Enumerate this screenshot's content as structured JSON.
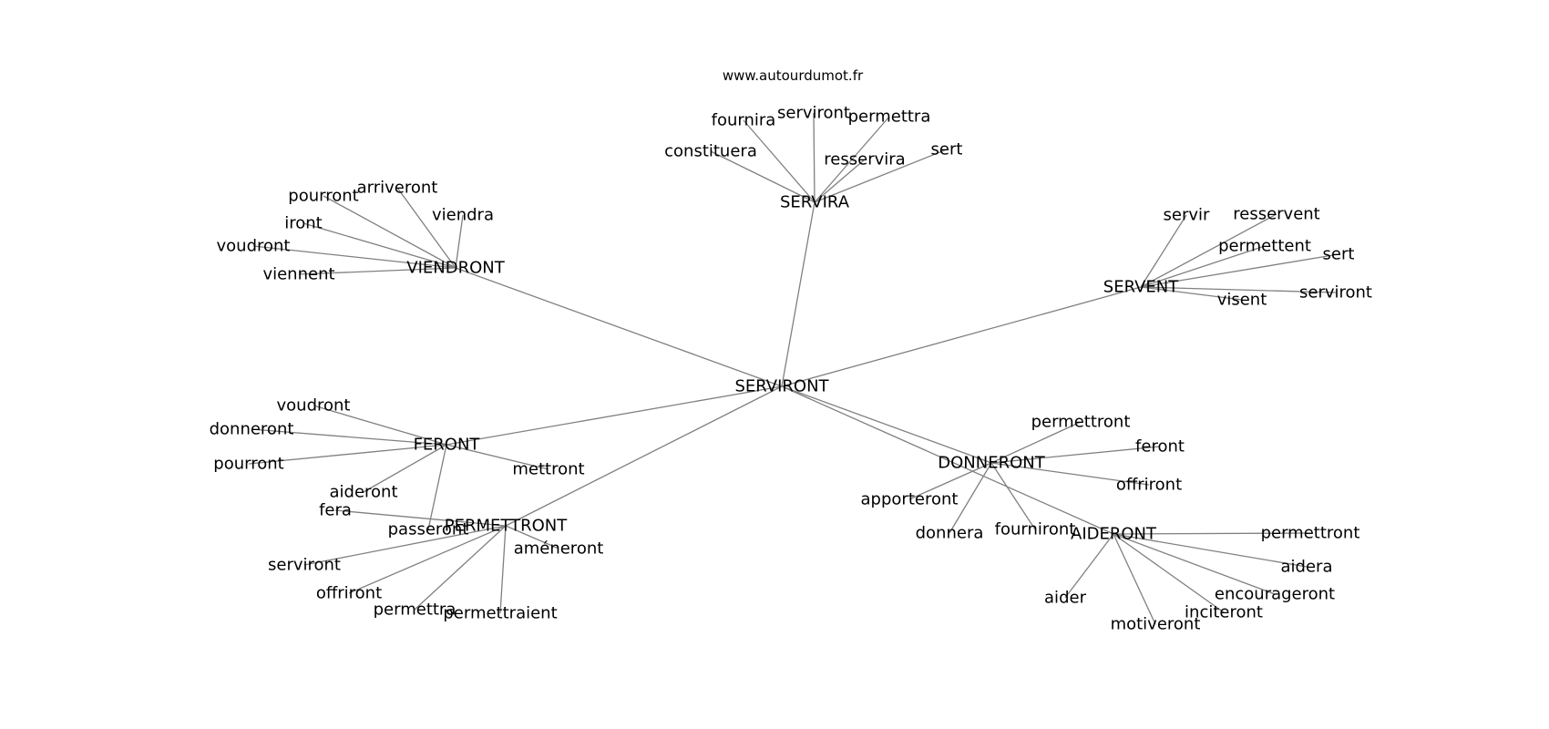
{
  "site": "www.autourdumot.fr",
  "edge_color": "#808080",
  "nodes": [
    {
      "id": "SERVIRONT",
      "label": "SERVIRONT"
    },
    {
      "id": "SERVIRA",
      "label": "SERVIRA"
    },
    {
      "id": "VIENDRONT",
      "label": "VIENDRONT"
    },
    {
      "id": "SERVENT",
      "label": "SERVENT"
    },
    {
      "id": "FERONT",
      "label": "FERONT"
    },
    {
      "id": "PERMETTRONT",
      "label": "PERMETTRONT"
    },
    {
      "id": "DONNERONT",
      "label": "DONNERONT"
    },
    {
      "id": "AIDERONT",
      "label": "AIDERONT"
    },
    {
      "id": "servira_fournira",
      "label": "fournira"
    },
    {
      "id": "servira_serviront",
      "label": "serviront"
    },
    {
      "id": "servira_permettra",
      "label": "permettra"
    },
    {
      "id": "servira_constituera",
      "label": "constituera"
    },
    {
      "id": "servira_resservira",
      "label": "resservira"
    },
    {
      "id": "servira_sert",
      "label": "sert"
    },
    {
      "id": "viendront_pourront",
      "label": "pourront"
    },
    {
      "id": "viendront_arriveront",
      "label": "arriveront"
    },
    {
      "id": "viendront_viendra",
      "label": "viendra"
    },
    {
      "id": "viendront_iront",
      "label": "iront"
    },
    {
      "id": "viendront_voudront",
      "label": "voudront"
    },
    {
      "id": "viendront_viennent",
      "label": "viennent"
    },
    {
      "id": "servent_servir",
      "label": "servir"
    },
    {
      "id": "servent_resservent",
      "label": "resservent"
    },
    {
      "id": "servent_permettent",
      "label": "permettent"
    },
    {
      "id": "servent_sert",
      "label": "sert"
    },
    {
      "id": "servent_serviront",
      "label": "serviront"
    },
    {
      "id": "servent_visent",
      "label": "visent"
    },
    {
      "id": "feront_voudront",
      "label": "voudront"
    },
    {
      "id": "feront_donneront",
      "label": "donneront"
    },
    {
      "id": "feront_pourront",
      "label": "pourront"
    },
    {
      "id": "feront_mettront",
      "label": "mettront"
    },
    {
      "id": "feront_aideront",
      "label": "aideront"
    },
    {
      "id": "feront_fera",
      "label": "fera"
    },
    {
      "id": "feront_passeront",
      "label": "passeront"
    },
    {
      "id": "perm_ameneront",
      "label": "améneront"
    },
    {
      "id": "perm_serviront",
      "label": "serviront"
    },
    {
      "id": "perm_offriront",
      "label": "offriront"
    },
    {
      "id": "perm_permettra",
      "label": "permettra"
    },
    {
      "id": "perm_permettraient",
      "label": "permettraient"
    },
    {
      "id": "donn_permettront",
      "label": "permettront"
    },
    {
      "id": "donn_feront",
      "label": "feront"
    },
    {
      "id": "donn_offriront",
      "label": "offriront"
    },
    {
      "id": "donn_apporteront",
      "label": "apporteront"
    },
    {
      "id": "donn_donnera",
      "label": "donnera"
    },
    {
      "id": "donn_fourniront",
      "label": "fourniront"
    },
    {
      "id": "aid_permettront",
      "label": "permettront"
    },
    {
      "id": "aid_aidera",
      "label": "aidera"
    },
    {
      "id": "aid_encourageront",
      "label": "encourageront"
    },
    {
      "id": "aid_inciteront",
      "label": "inciteront"
    },
    {
      "id": "aid_aider",
      "label": "aider"
    },
    {
      "id": "aid_motiveront",
      "label": "motiveront"
    }
  ],
  "edges": [
    [
      "SERVIRONT",
      "SERVIRA"
    ],
    [
      "SERVIRONT",
      "VIENDRONT"
    ],
    [
      "SERVIRONT",
      "SERVENT"
    ],
    [
      "SERVIRONT",
      "FERONT"
    ],
    [
      "SERVIRONT",
      "PERMETTRONT"
    ],
    [
      "SERVIRONT",
      "DONNERONT"
    ],
    [
      "SERVIRONT",
      "AIDERONT"
    ],
    [
      "SERVIRA",
      "servira_fournira"
    ],
    [
      "SERVIRA",
      "servira_serviront"
    ],
    [
      "SERVIRA",
      "servira_permettra"
    ],
    [
      "SERVIRA",
      "servira_constituera"
    ],
    [
      "SERVIRA",
      "servira_resservira"
    ],
    [
      "SERVIRA",
      "servira_sert"
    ],
    [
      "VIENDRONT",
      "viendront_pourront"
    ],
    [
      "VIENDRONT",
      "viendront_arriveront"
    ],
    [
      "VIENDRONT",
      "viendront_viendra"
    ],
    [
      "VIENDRONT",
      "viendront_iront"
    ],
    [
      "VIENDRONT",
      "viendront_voudront"
    ],
    [
      "VIENDRONT",
      "viendront_viennent"
    ],
    [
      "SERVENT",
      "servent_servir"
    ],
    [
      "SERVENT",
      "servent_resservent"
    ],
    [
      "SERVENT",
      "servent_permettent"
    ],
    [
      "SERVENT",
      "servent_sert"
    ],
    [
      "SERVENT",
      "servent_serviront"
    ],
    [
      "SERVENT",
      "servent_visent"
    ],
    [
      "FERONT",
      "feront_voudront"
    ],
    [
      "FERONT",
      "feront_donneront"
    ],
    [
      "FERONT",
      "feront_pourront"
    ],
    [
      "FERONT",
      "feront_mettront"
    ],
    [
      "FERONT",
      "feront_aideront"
    ],
    [
      "FERONT",
      "feront_passeront"
    ],
    [
      "PERMETTRONT",
      "feront_fera"
    ],
    [
      "PERMETTRONT",
      "perm_ameneront"
    ],
    [
      "PERMETTRONT",
      "perm_serviront"
    ],
    [
      "PERMETTRONT",
      "perm_offriront"
    ],
    [
      "PERMETTRONT",
      "perm_permettra"
    ],
    [
      "PERMETTRONT",
      "perm_permettraient"
    ],
    [
      "DONNERONT",
      "donn_permettront"
    ],
    [
      "DONNERONT",
      "donn_feront"
    ],
    [
      "DONNERONT",
      "donn_offriront"
    ],
    [
      "DONNERONT",
      "donn_apporteront"
    ],
    [
      "DONNERONT",
      "donn_donnera"
    ],
    [
      "DONNERONT",
      "donn_fourniront"
    ],
    [
      "AIDERONT",
      "aid_permettront"
    ],
    [
      "AIDERONT",
      "aid_aidera"
    ],
    [
      "AIDERONT",
      "aid_encourageront"
    ],
    [
      "AIDERONT",
      "aid_inciteront"
    ],
    [
      "AIDERONT",
      "aid_aider"
    ],
    [
      "AIDERONT",
      "aid_motiveront"
    ]
  ]
}
